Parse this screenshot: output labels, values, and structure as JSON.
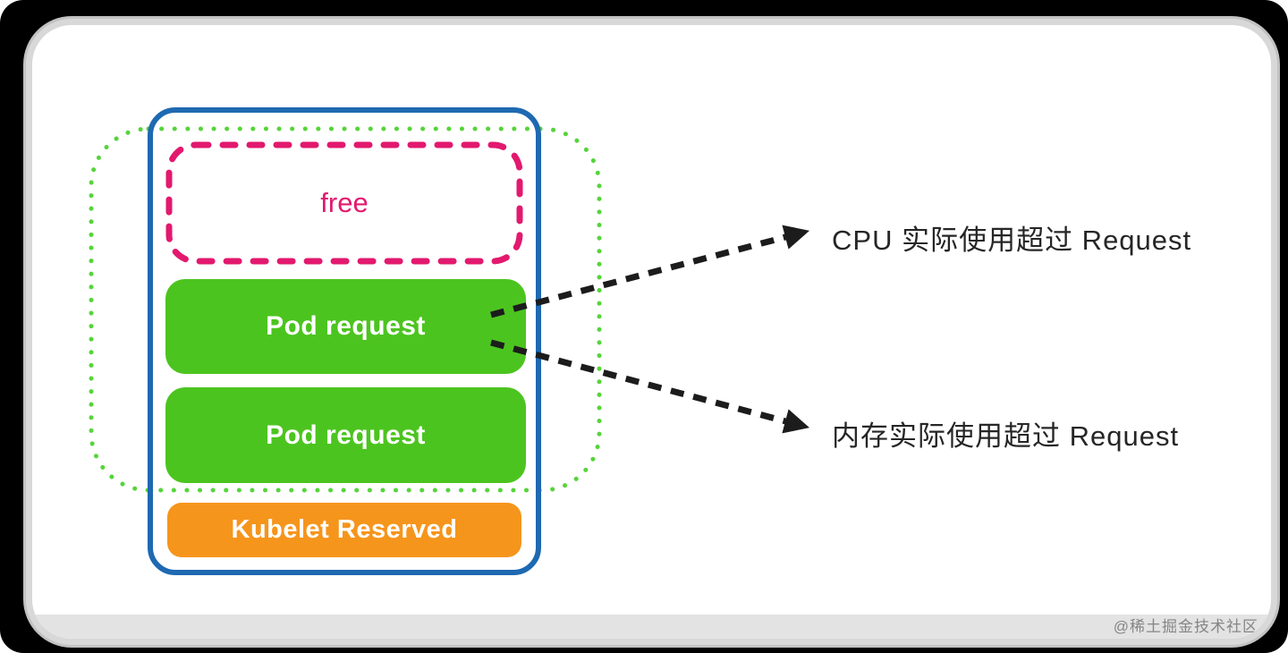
{
  "page": {
    "watermark": "@稀土掘金技术社区"
  },
  "diagram": {
    "node": {
      "free_label": "free",
      "pod_requests": [
        "Pod request",
        "Pod request"
      ],
      "kubelet_reserved_label": "Kubelet Reserved"
    },
    "annotations": {
      "cpu_label": "CPU 实际使用超过 Request",
      "memory_label": "内存实际使用超过 Request"
    },
    "colors": {
      "node_border": "#1e69b2",
      "free_accent": "#e2196e",
      "pod_request_fill": "#4cc41f",
      "allocatable_dotted": "#56d43a",
      "kubelet_reserved_fill": "#f6951c",
      "arrow": "#1c1c1c",
      "annotation_text": "#262626",
      "watermark_text": "#858585"
    }
  }
}
